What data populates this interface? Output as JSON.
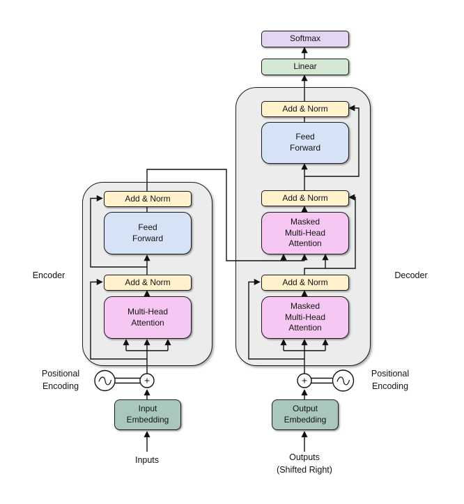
{
  "diagram": {
    "encoder_label": "Encoder",
    "decoder_label": "Decoder",
    "inputs_label": "Inputs",
    "outputs_label": "Outputs\n(Shifted Right)",
    "positional_encoding_left": "Positional\nEncoding",
    "positional_encoding_right": "Positional\nEncoding",
    "plus_symbol": "+",
    "nodes": {
      "softmax": "Softmax",
      "linear": "Linear",
      "add_norm": "Add & Norm",
      "feed_forward": "Feed\nForward",
      "multi_head_attention": "Multi-Head\nAttention",
      "masked_multi_head_attention": "Masked\nMulti-Head\nAttention",
      "input_embedding": "Input\nEmbedding",
      "output_embedding": "Output\nEmbedding"
    },
    "colors": {
      "softmax_fill": "#E4D6F2",
      "linear_fill": "#D5E8D4",
      "add_norm_fill": "#FFF2CC",
      "feed_forward_fill": "#D6E2F5",
      "attention_fill": "#F6C7F2",
      "embedding_fill": "#A9C7BC",
      "container_fill": "#ECECEC",
      "line_color": "#111111"
    }
  }
}
